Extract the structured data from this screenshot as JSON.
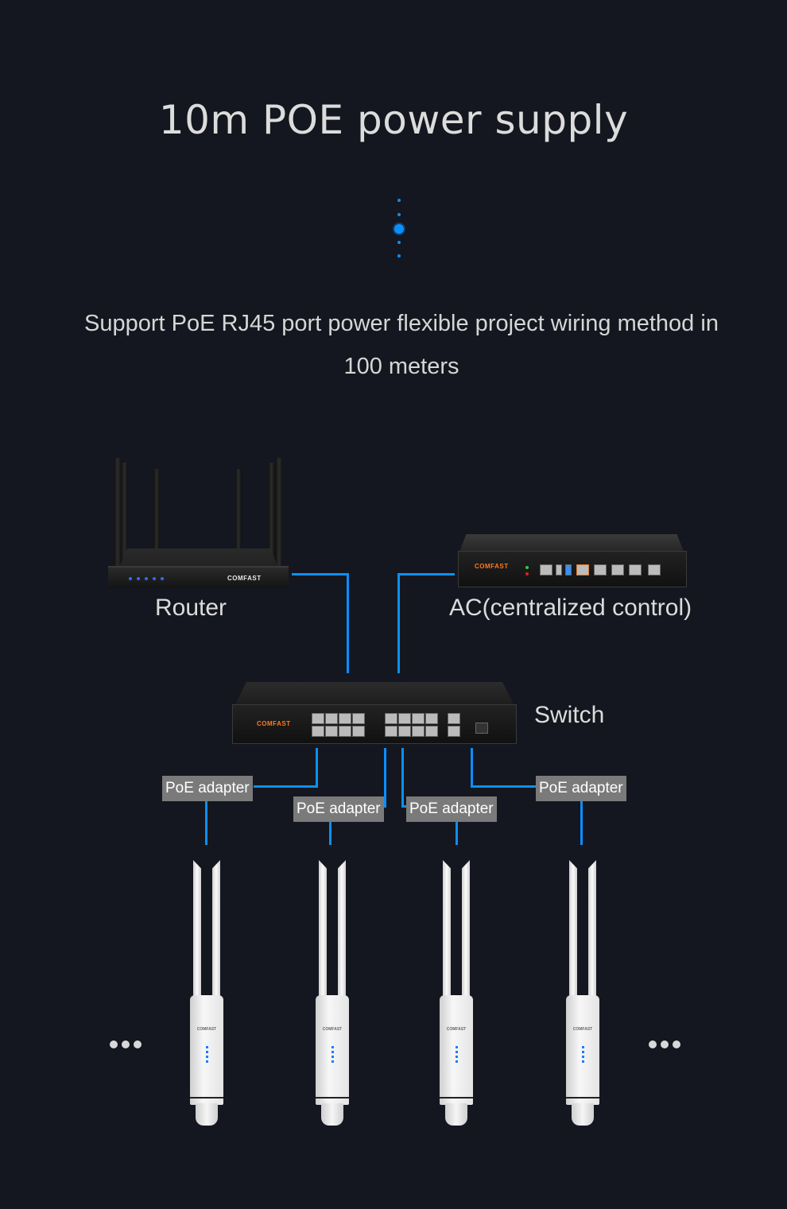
{
  "header": {
    "title": "10m POE power supply",
    "subtitle": "Support PoE RJ45 port power flexible project wiring method in 100 meters"
  },
  "diagram": {
    "accent_color": "#0a8fff",
    "background_color": "#14171f",
    "nodes": {
      "router": {
        "label": "Router",
        "brand": "COMFAST"
      },
      "ac": {
        "label": "AC(centralized control)",
        "brand": "COMFAST"
      },
      "switch": {
        "label": "Switch",
        "brand": "COMFAST"
      }
    },
    "adapters": [
      {
        "label": "PoE adapter"
      },
      {
        "label": "PoE adapter"
      },
      {
        "label": "PoE adapter"
      },
      {
        "label": "PoE adapter"
      }
    ],
    "access_points": [
      {
        "brand": "COMFAST"
      },
      {
        "brand": "COMFAST"
      },
      {
        "brand": "COMFAST"
      },
      {
        "brand": "COMFAST"
      }
    ],
    "more_indicator": "more-devices-ellipsis"
  }
}
